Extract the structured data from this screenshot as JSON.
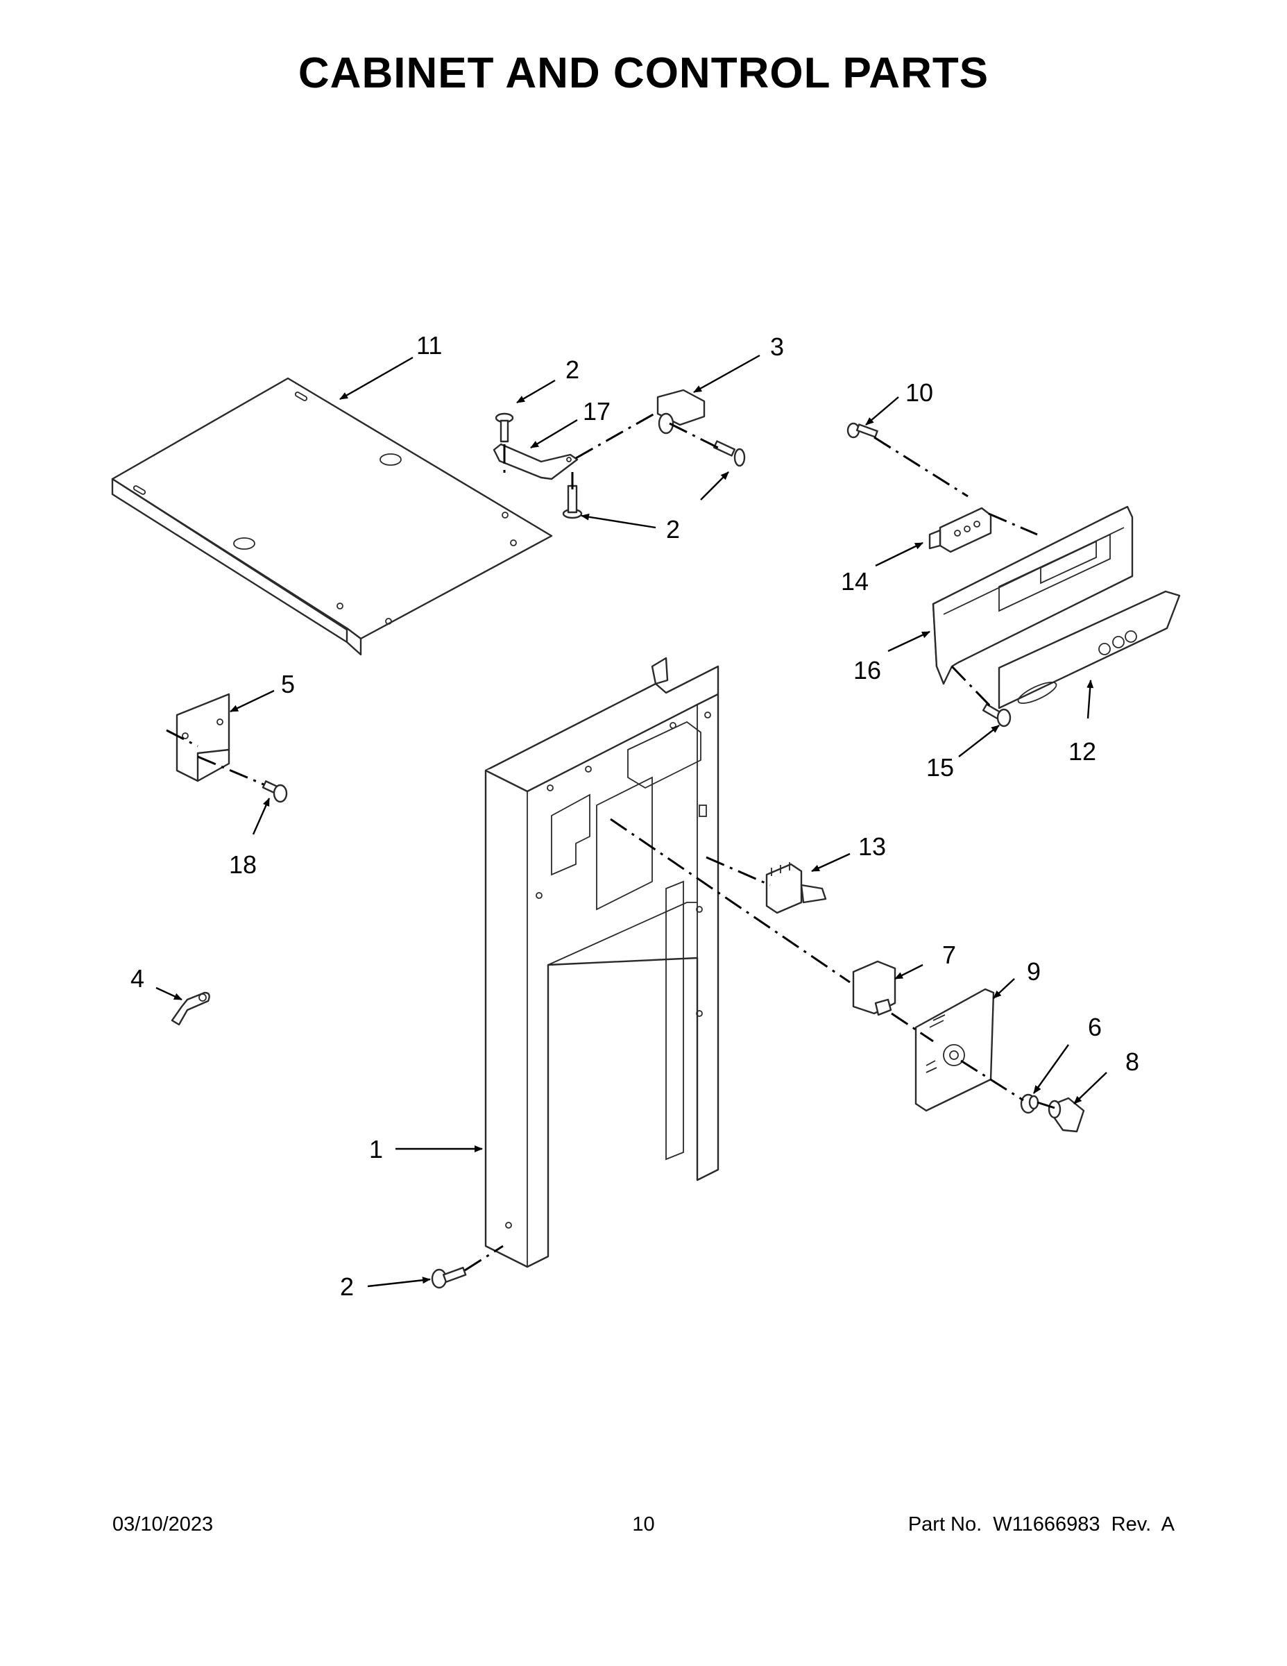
{
  "title": "CABINET AND CONTROL PARTS",
  "footer": {
    "date": "03/10/2023",
    "page": "10",
    "part_no": "Part No.  W11666983  Rev.  A"
  },
  "callouts": [
    "11",
    "2",
    "17",
    "3",
    "10",
    "2",
    "14",
    "16",
    "15",
    "12",
    "5",
    "18",
    "13",
    "4",
    "7",
    "9",
    "6",
    "8",
    "1",
    "2"
  ]
}
